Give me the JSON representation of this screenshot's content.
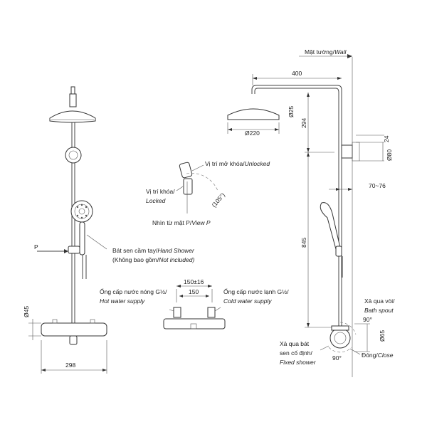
{
  "front_view": {
    "p_label": "P",
    "d45": "Ø45",
    "w298": "298",
    "hand_shower_vi": "Bát sen cầm tay/",
    "hand_shower_en": "Hand Shower",
    "not_included_vi": "(Không bao gồm/",
    "not_included_en": "Not included)"
  },
  "detail_view": {
    "unlocked_vi": "Vị trí mở khóa/",
    "unlocked_en": "Unlocked",
    "locked_vi": "Vị trí khóa/",
    "locked_en": "Locked",
    "angle": "(105°)",
    "view_vi": "Nhìn từ mặt P/",
    "view_en": "View P"
  },
  "valve_view": {
    "dim_outer": "150±16",
    "dim_inner": "150",
    "hot_vi": "Ống cấp nước nóng G½/",
    "hot_en": "Hot water supply",
    "cold_vi": "Ống cấp nước lạnh G½/",
    "cold_en": "Cold water supply"
  },
  "side_view": {
    "wall_vi": "Mặt tường/",
    "wall_en": "Wall",
    "d400": "400",
    "d25": "Ø25",
    "d294": "294",
    "d220": "Ø220",
    "d24": "24",
    "d80": "Ø80",
    "d70_76": "70~76",
    "d845": "845",
    "spout_vi": "Xả qua vòi/",
    "spout_en": "Bath spout",
    "a90_top": "90°",
    "d65": "Ø65",
    "fixed_vi1": "Xả qua bát",
    "fixed_vi2": "sen cố định/",
    "fixed_en": "Fixed shower",
    "close_vi": "Đóng/",
    "close_en": "Close",
    "a90_bottom": "90°"
  }
}
